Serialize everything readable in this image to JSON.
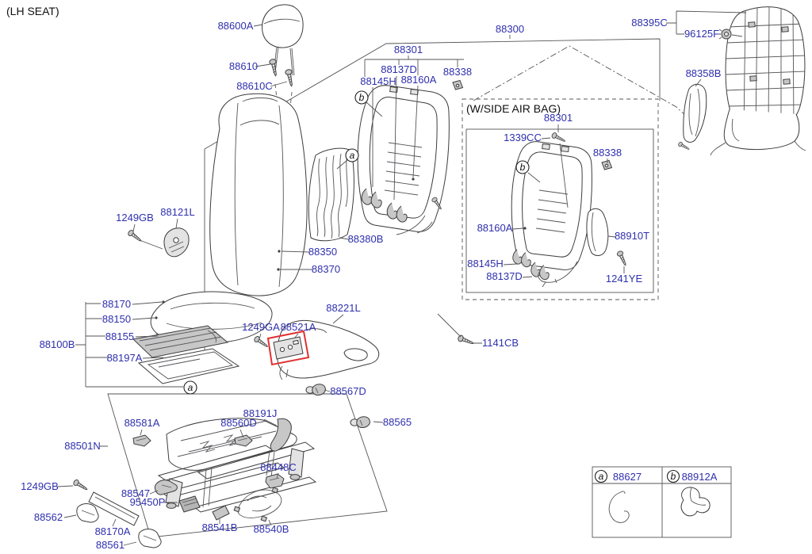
{
  "page": {
    "title": "(LH SEAT)",
    "side_airbag_note": "(W/SIDE AIR BAG)"
  },
  "colors": {
    "label": "#2f2fae",
    "line": "#3f3f3f",
    "highlight": "#e03131",
    "callout": "#111111",
    "background": "#ffffff"
  },
  "labels": {
    "88600A": "88600A",
    "88610": "88610",
    "88610C": "88610C",
    "88300": "88300",
    "88301": "88301",
    "88137D": "88137D",
    "88145H": "88145H",
    "88160A": "88160A",
    "88338": "88338",
    "88395C": "88395C",
    "96125F": "96125F",
    "88358B": "88358B",
    "1339CC": "1339CC",
    "88910T": "88910T",
    "1241YE": "1241YE",
    "1249GB": "1249GB",
    "88121L": "88121L",
    "88380B": "88380B",
    "88350": "88350",
    "88370": "88370",
    "88170": "88170",
    "88150": "88150",
    "88155": "88155",
    "88100B": "88100B",
    "88197A": "88197A",
    "1249GA": "1249GA",
    "88521A": "88521A",
    "88221L": "88221L",
    "1141CB": "1141CB",
    "88567D": "88567D",
    "88565": "88565",
    "88501N": "88501N",
    "88581A": "88581A",
    "88560D": "88560D",
    "88191J": "88191J",
    "88448C": "88448C",
    "88562": "88562",
    "88170A": "88170A",
    "88561": "88561",
    "88547": "88547",
    "95450P": "95450P",
    "88541B": "88541B",
    "88540B": "88540B"
  },
  "callouts": {
    "a": "a",
    "b": "b"
  },
  "legend": {
    "items": [
      {
        "key": "a",
        "part": "88627"
      },
      {
        "key": "b",
        "part": "88912A"
      }
    ]
  }
}
